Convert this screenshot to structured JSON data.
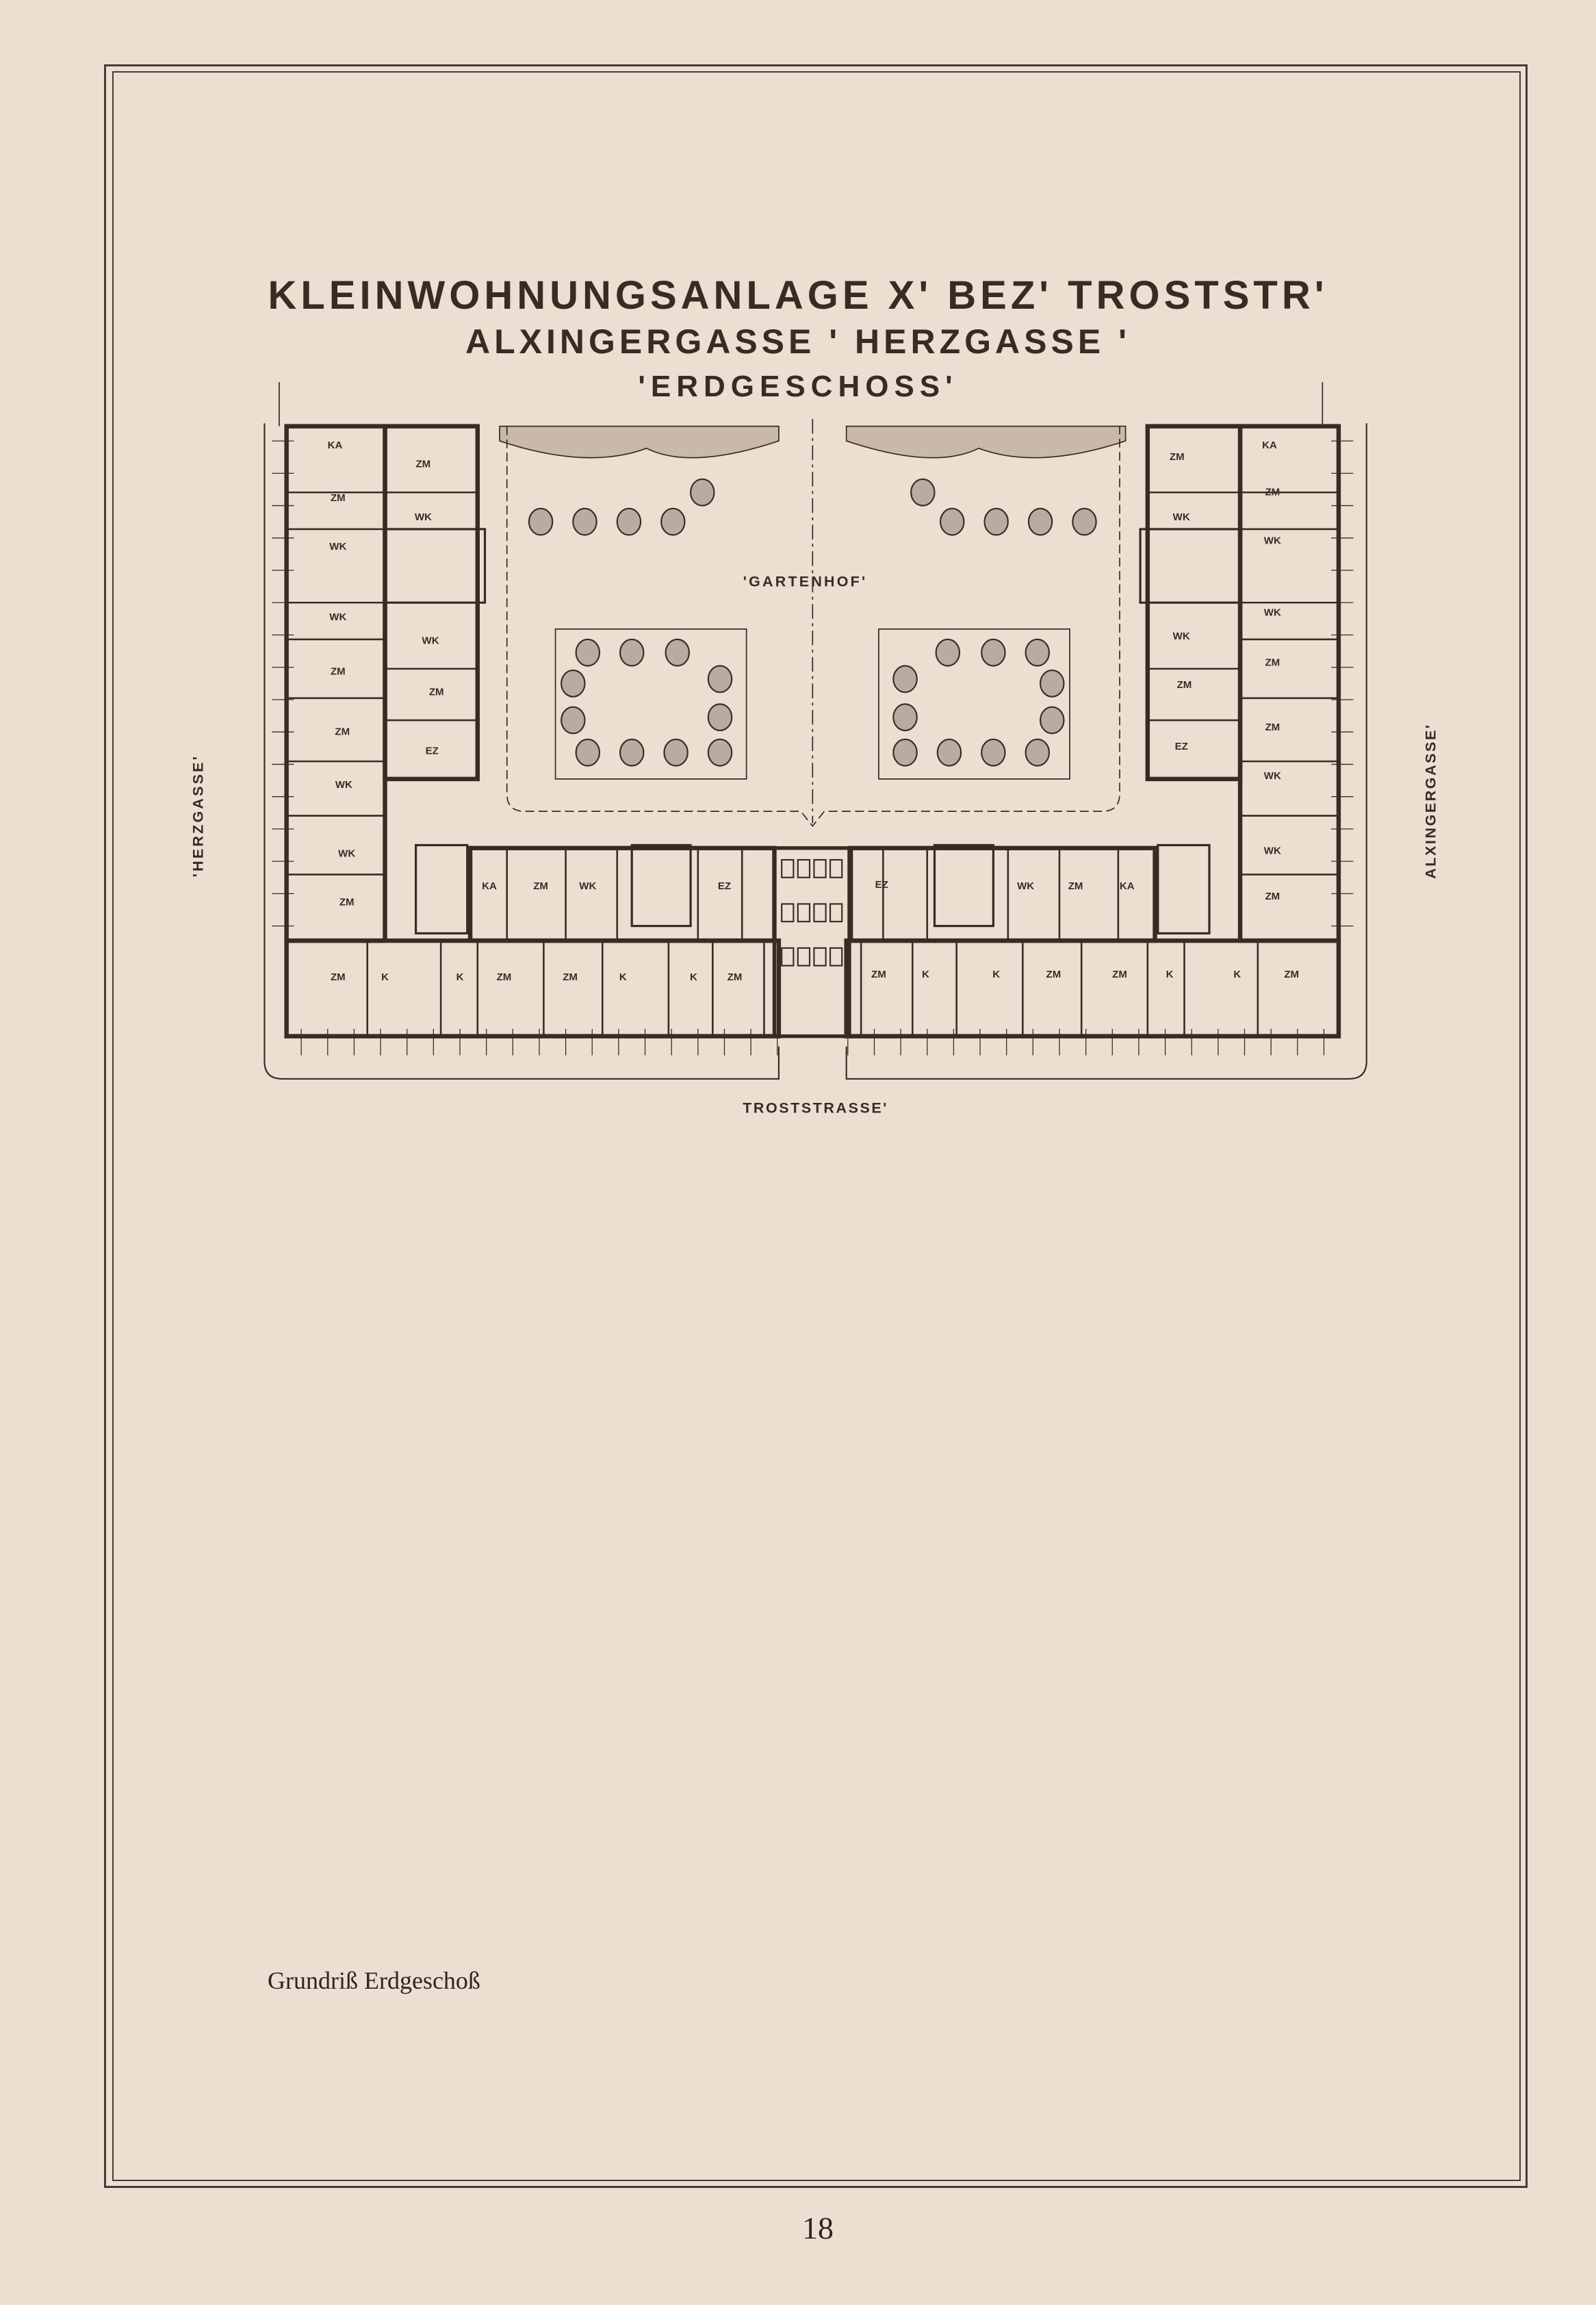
{
  "title": {
    "line1": "KLEINWOHNUNGSANLAGE X' BEZ' TROSTSTR'",
    "line2": "ALXINGERGASSE ' HERZGASSE '",
    "line3": "'ERDGESCHOSS'"
  },
  "plan": {
    "courtyard_label": "'GARTENHOF'",
    "streets": {
      "left": "'HERZGASSE'",
      "right": "ALXINGERGASSE'",
      "bottom": "TROSTSTRASSE'"
    },
    "rooms": [
      "KA",
      "ZM",
      "ZM",
      "WK",
      "WK",
      "WK",
      "WK",
      "ZM",
      "ZM",
      "ZM",
      "EZ",
      "WK",
      "WK",
      "ZM",
      "KA",
      "ZM",
      "WK",
      "EZ",
      "ZM",
      "K",
      "K",
      "ZM",
      "ZM",
      "K",
      "K",
      "ZM",
      "ZM",
      "KA",
      "ZM",
      "WK",
      "WK",
      "WK",
      "WK",
      "ZM",
      "ZM",
      "ZM",
      "EZ",
      "WK",
      "WK",
      "ZM",
      "EZ",
      "WK",
      "ZM",
      "KA",
      "ZM",
      "K",
      "K",
      "ZM",
      "ZM",
      "K",
      "K",
      "ZM"
    ]
  },
  "caption": "Grundriß Erdgeschoß",
  "page_number": "18",
  "colors": {
    "paper": "#ecdfd1",
    "ink": "#3b2a24"
  }
}
